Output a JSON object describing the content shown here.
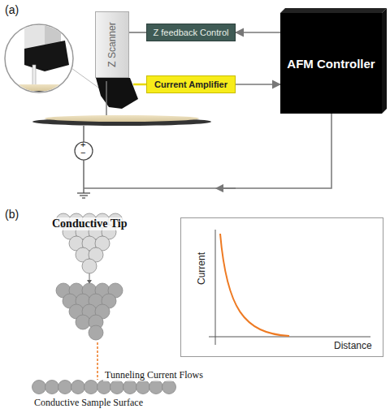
{
  "diagram": {
    "nodes": [
      {
        "text": [
          "Z Scanner"
        ]
      },
      {
        "text": [
          "Z feedback Control"
        ]
      },
      {
        "text": [
          "Current Amplifier"
        ]
      },
      {
        "text": [
          "AFM Controller"
        ]
      },
      {
        "text": [
          "Current",
          "Distance"
        ]
      }
    ],
    "edges": [
      {
        "from": 3,
        "to": 1,
        "arrow": "to"
      },
      {
        "from": 1,
        "to": 0,
        "arrow": "none"
      },
      {
        "from": 2,
        "to": 3,
        "arrow": "to"
      }
    ],
    "labels": [
      "(a)",
      "+",
      "−",
      "(b)",
      "Conductive Tip",
      "Tunneling Current Flows",
      "Conductive Sample Surface"
    ]
  }
}
